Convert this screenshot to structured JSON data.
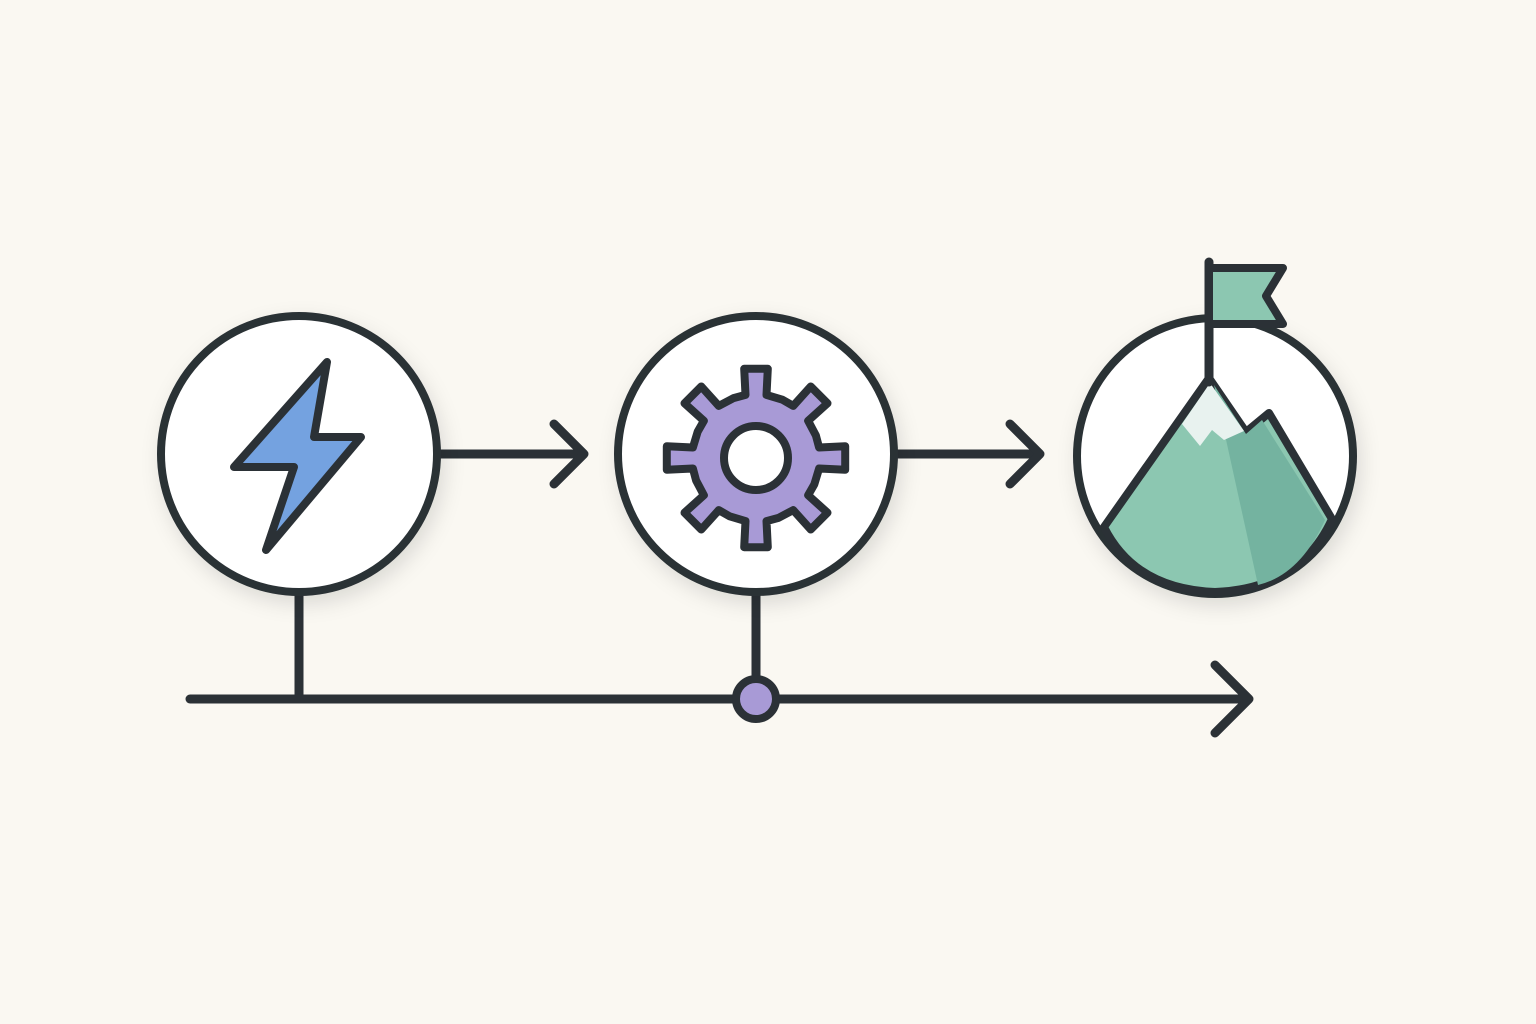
{
  "diagram": {
    "title": "",
    "caption": "",
    "background": "#faf8f2",
    "stroke_color": "#2b3136",
    "stages": [
      {
        "id": "spark",
        "icon": "lightning-bolt-icon",
        "fill": "#74a2e0",
        "label": ""
      },
      {
        "id": "process",
        "icon": "gear-icon",
        "fill": "#a89ad6",
        "label": ""
      },
      {
        "id": "goal",
        "icon": "mountain-flag-icon",
        "fill": "#8cc7b1",
        "label": ""
      }
    ],
    "connectors": [
      {
        "from": "spark",
        "to": "process",
        "type": "arrow"
      },
      {
        "from": "process",
        "to": "goal",
        "type": "arrow"
      }
    ],
    "timeline": {
      "direction": "right",
      "marker_color": "#a89ad6",
      "attached_stages": [
        "spark",
        "process"
      ]
    }
  }
}
